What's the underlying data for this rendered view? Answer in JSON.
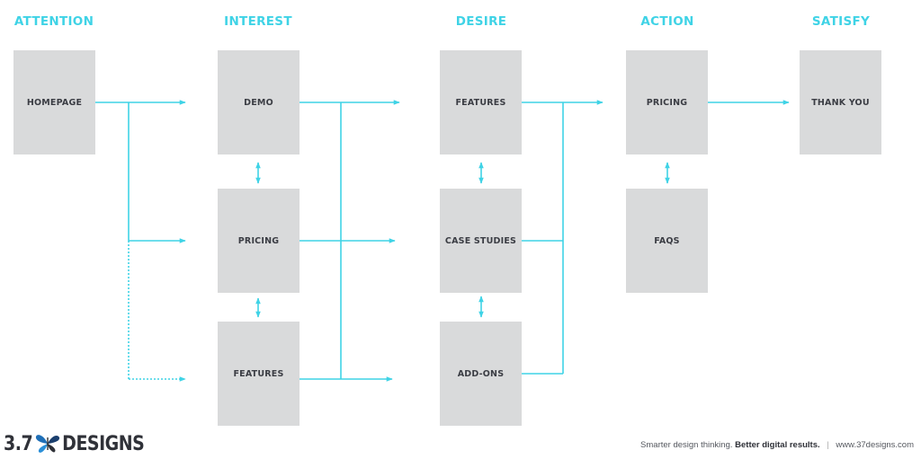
{
  "stages": {
    "attention": "ATTENTION",
    "interest": "INTEREST",
    "desire": "DESIRE",
    "action": "ACTION",
    "satisfy": "SATISFY"
  },
  "nodes": {
    "homepage": "HOMEPAGE",
    "demo": "DEMO",
    "pricing_interest": "PRICING",
    "features_interest": "FEATURES",
    "features_desire": "FEATURES",
    "case_studies": "CASE STUDIES",
    "add_ons": "ADD-ONS",
    "pricing_action": "PRICING",
    "faqs": "FAQS",
    "thank_you": "THANK YOU"
  },
  "colors": {
    "accent": "#3fd3e6",
    "box": "#d9dadb",
    "text": "#3b3d44"
  },
  "brand": {
    "number": "3.7",
    "word": "DESIGNS",
    "icon": "butterfly-icon"
  },
  "footer": {
    "tagline": "Smarter design thinking.",
    "tagline_bold": "Better digital results.",
    "separator": "|",
    "url": "www.37designs.com"
  }
}
